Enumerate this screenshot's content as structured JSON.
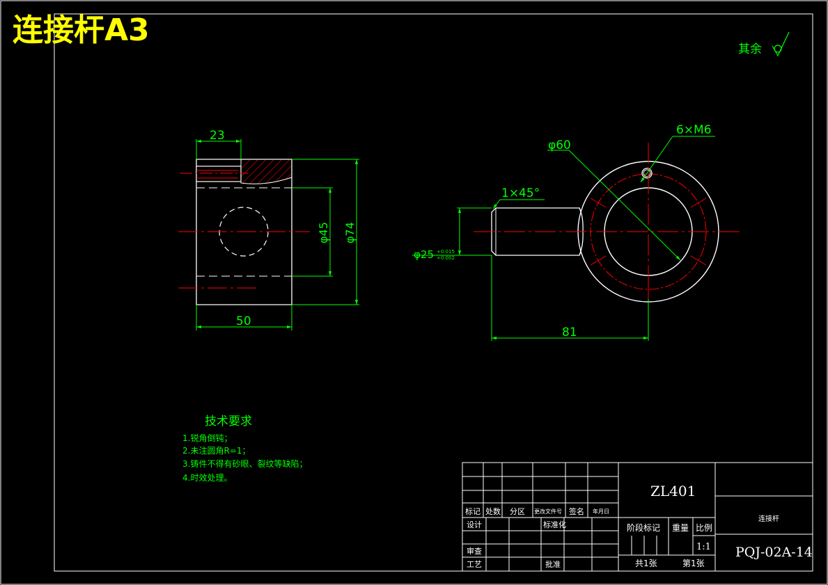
{
  "header": {
    "title": "连接杆A3",
    "roughness_note": "其余"
  },
  "dimensions": {
    "d23": "23",
    "d50": "50",
    "d45": "φ45",
    "d74": "φ74",
    "d60": "φ60",
    "m6": "6×M6",
    "chamfer": "1×45°",
    "d25": "φ25",
    "d25_tol_upper": "+0.015",
    "d25_tol_lower": "+0.002",
    "d81": "81"
  },
  "tech_requirements": {
    "heading": "技术要求",
    "items": [
      "1.锐角倒钝；",
      "2.未注圆角R=1；",
      "3.铸件不得有砂眼、裂纹等缺陷；",
      "4.时效处理。"
    ]
  },
  "title_block": {
    "material": "ZL401",
    "part_name": "连接杆",
    "drawing_no": "PQJ-02A-14",
    "scale": "1:1",
    "stage_mark": "阶段标记",
    "weight": "重量",
    "scale_label": "比例",
    "total_sheets": "共1张",
    "sheet_no": "第1张",
    "cols": [
      "标记",
      "处数",
      "分区",
      "更改文件号",
      "签名",
      "年月日"
    ],
    "design": "设计",
    "standardize": "标准化",
    "review": "审查",
    "process": "工艺",
    "approve": "批准"
  },
  "colors": {
    "background": "#000000",
    "title": "#ffff00",
    "dimension": "#00ff00",
    "outline": "#ffffff",
    "centerline": "#ff0000"
  }
}
